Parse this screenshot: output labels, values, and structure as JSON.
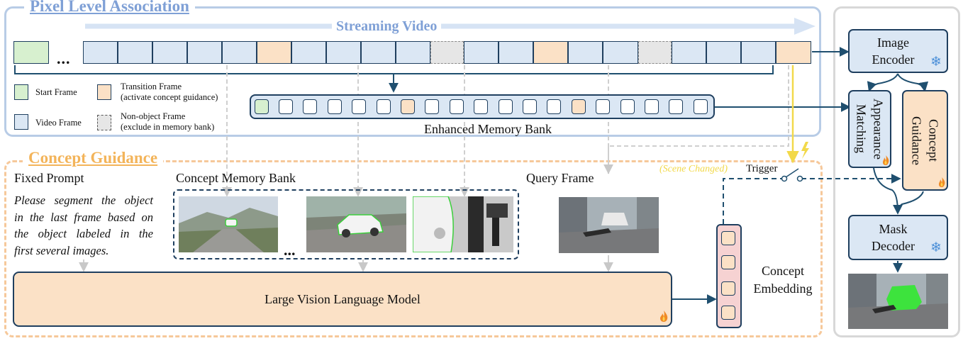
{
  "pixel_section": {
    "title": "Pixel Level Association",
    "stream_label": "Streaming Video",
    "ellipsis": "...",
    "memory_bank_label": "Enhanced Memory Bank"
  },
  "legend": {
    "start": "Start Frame",
    "video": "Video Frame",
    "transition_line1": "Transition Frame",
    "transition_line2": "(activate concept guidance)",
    "nonobject_line1": "Non-object Frame",
    "nonobject_line2": "(exclude in memory bank)"
  },
  "concept_section": {
    "title": "Concept Guidance",
    "fixed_prompt_label": "Fixed Prompt",
    "prompt_lines": [
      "Please segment the object",
      "in the last frame based on",
      "the object labeled in the",
      "first several images."
    ],
    "concept_bank_label": "Concept Memory Bank",
    "concept_ellipsis": "...",
    "query_label": "Query Frame",
    "lvlm_label": "Large Vision Language Model",
    "embedding_line1": "Concept",
    "embedding_line2": "Embedding",
    "scene_changed": "(Scene Changed)",
    "trigger": "Trigger"
  },
  "right_panel": {
    "image_encoder_line1": "Image",
    "image_encoder_line2": "Encoder",
    "appearance_line1": "Appearance",
    "appearance_line2": "Matching",
    "concept_line1": "Concept",
    "concept_line2": "Guidance",
    "mask_decoder_line1": "Mask",
    "mask_decoder_line2": "Decoder"
  },
  "icons": {
    "frozen": "snowflake-icon",
    "trainable": "flame-icon",
    "lightning": "lightning-icon"
  },
  "colors": {
    "pixel_border": "#b8cce6",
    "pixel_title": "#7fa0d6",
    "concept_border": "#f6c89a",
    "concept_title": "#f3b45a",
    "dark_line": "#1f4f6f",
    "trigger_line": "#f2d94a"
  }
}
